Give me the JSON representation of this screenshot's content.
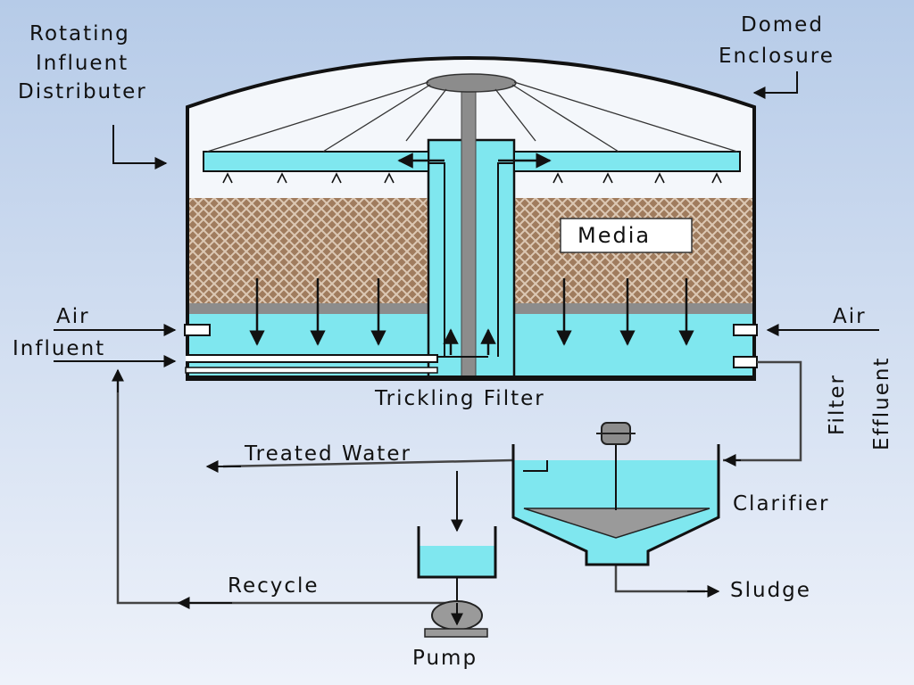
{
  "labels": {
    "rotating": "Rotating",
    "influent_line": "Influent",
    "distributer": "Distributer",
    "domed": "Domed",
    "enclosure": "Enclosure",
    "media": "Media",
    "air_left": "Air",
    "air_right": "Air",
    "influent": "Influent",
    "trickling_filter": "Trickling Filter",
    "filter": "Filter",
    "effluent": "Effluent",
    "treated_water": "Treated Water",
    "clarifier": "Clarifier",
    "recycle": "Recycle",
    "sludge": "Sludge",
    "pump": "Pump"
  },
  "colors": {
    "background_top": "#b6cbe8",
    "background_bottom": "#e8eef8",
    "water": "#7fe7ef",
    "media_fill": "#a07c5e",
    "media_grid": "#d9c4b0",
    "outline": "#222222",
    "gray": "#8c8c8c"
  }
}
